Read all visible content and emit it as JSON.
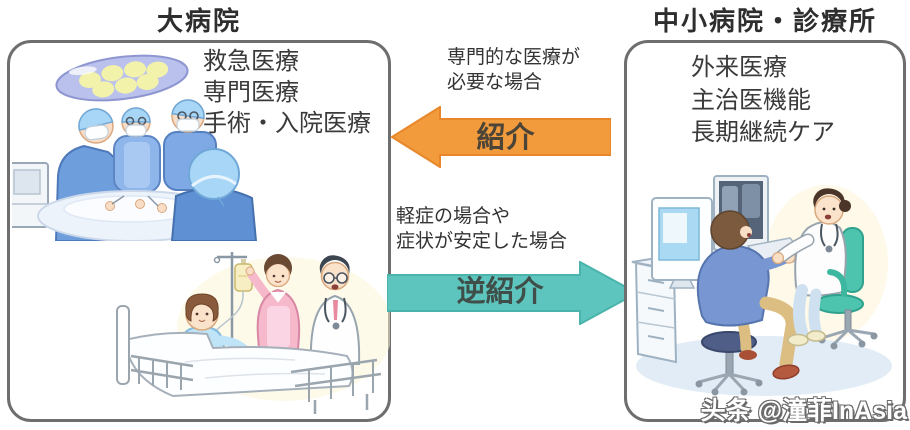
{
  "left": {
    "title": "大病院",
    "services": [
      "救急医療",
      "専門医療",
      "手術・入院医療"
    ]
  },
  "right": {
    "title": "中小病院・診療所",
    "services": [
      "外来医療",
      "主治医機能",
      "長期継続ケア"
    ]
  },
  "referral": {
    "condition": "専門的な医療が必要な場合",
    "condition_lines": [
      "専門的な医療が",
      "必要な場合"
    ],
    "label": "紹介",
    "direction": "right-to-left",
    "color": "#F29B3C"
  },
  "reverse_referral": {
    "condition": "軽症の場合や症状が安定した場合",
    "condition_lines": [
      "軽症の場合や",
      "症状が安定した場合"
    ],
    "label": "逆紹介",
    "direction": "left-to-right",
    "color": "#5EC5BE"
  },
  "watermark": "头条 @潼菲InAsia",
  "colors": {
    "referral_arrow": "#F29B3C",
    "reverse_referral_arrow": "#5EC5BE",
    "box_border": "#6E6E6E",
    "text": "#333333"
  }
}
